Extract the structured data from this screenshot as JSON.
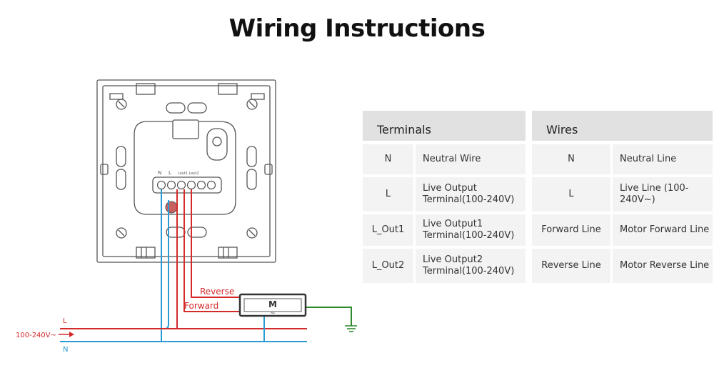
{
  "title": "Wiring Instructions",
  "terminals_header": "Terminals",
  "wires_header": "Wires",
  "rows": [
    {
      "terminal": "N",
      "terminal_desc": "Neutral Wire",
      "wire": "N",
      "wire_desc": "Neutral Line"
    },
    {
      "terminal": "L",
      "terminal_desc": "Live Output Terminal(100-240V)",
      "wire": "L",
      "wire_desc": "Live Line (100-240V~)"
    },
    {
      "terminal": "L_Out1",
      "terminal_desc": "Live Output1 Terminal(100-240V)",
      "wire": "Forward Line",
      "wire_desc": "Motor Forward Line"
    },
    {
      "terminal": "L_Out2",
      "terminal_desc": "Live Output2 Terminal(100-240V)",
      "wire": "Reverse Line",
      "wire_desc": "Motor Reverse Line"
    }
  ],
  "diagram": {
    "label_reverse": "Reverse",
    "label_forward": "Forward",
    "label_l": "L",
    "label_n": "N",
    "label_voltage": "100-240V~",
    "motor_label": "M",
    "motor_tilde": "~",
    "terminal_n": "N",
    "terminal_l": "L",
    "terminal_out": "Lout1 Lout2"
  },
  "colors": {
    "live": "#d42a2a",
    "neutral": "#2a9ad4",
    "ground": "#2e8b2e",
    "outline": "#555555",
    "header_bg": "#e1e1e1",
    "cell_bg": "#f3f3f3"
  }
}
